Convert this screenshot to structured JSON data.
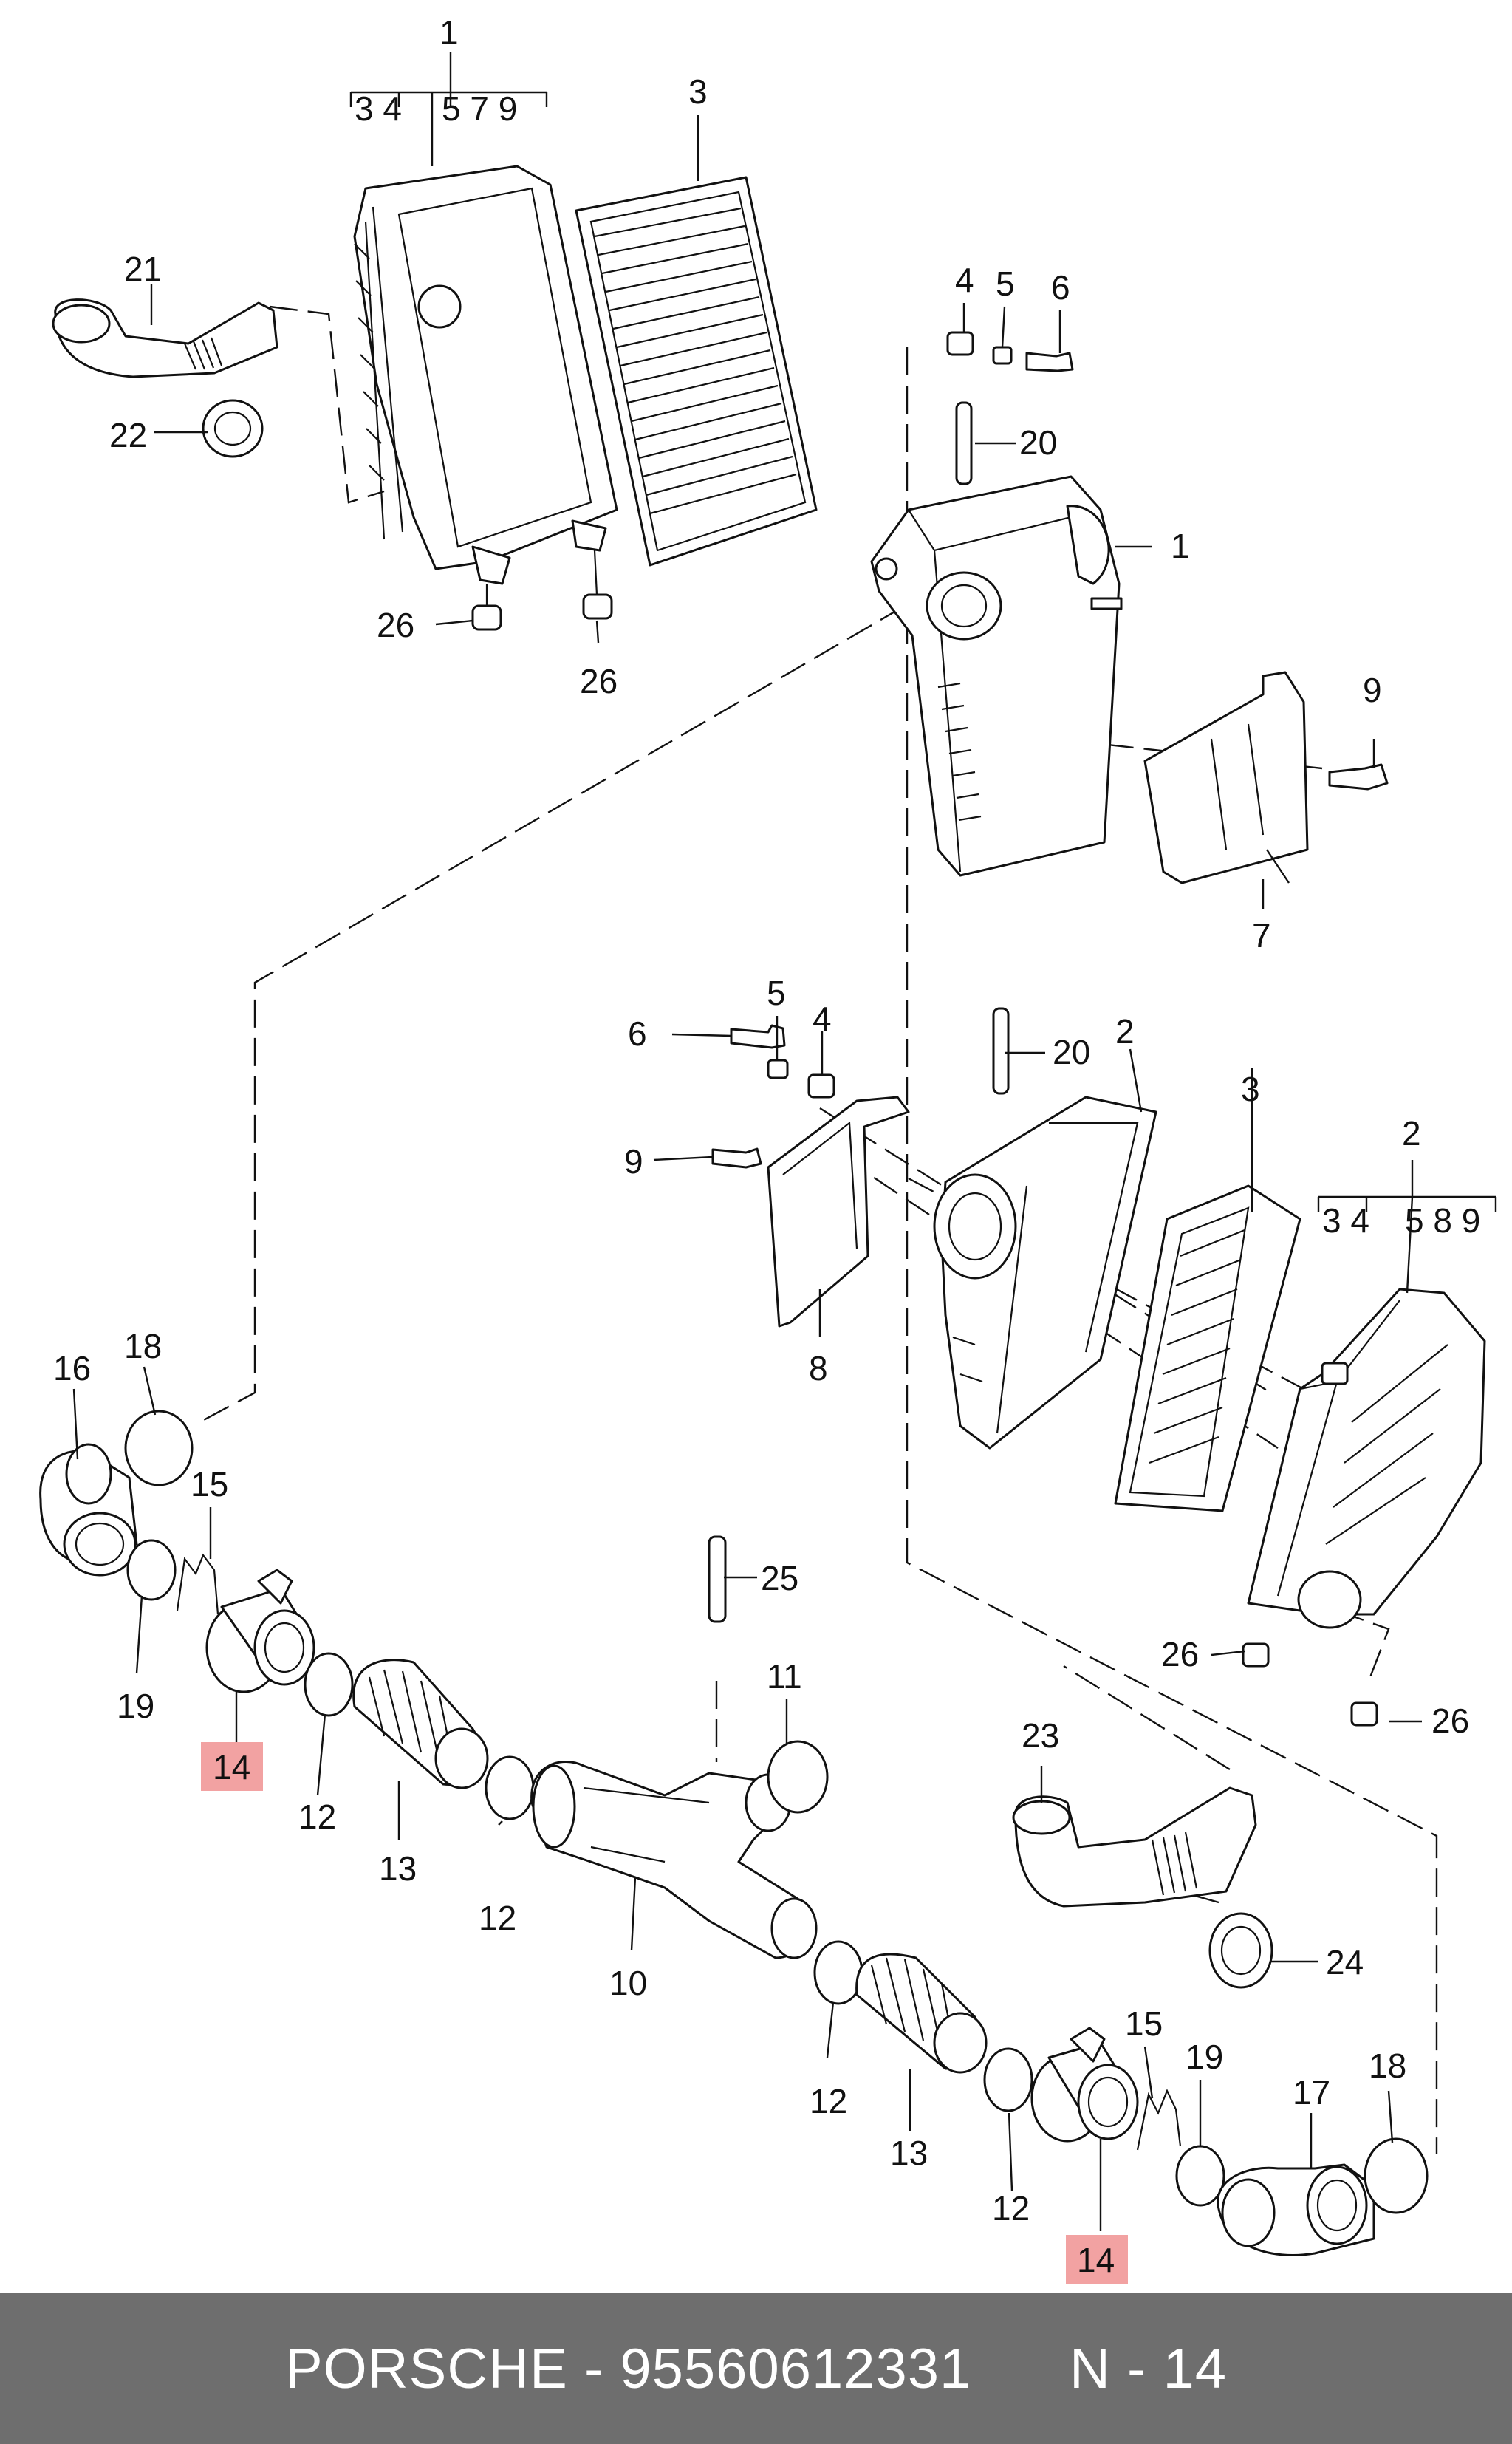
{
  "footer": {
    "brand": "PORSCHE",
    "separator": " - ",
    "part_number": "95560612331",
    "ref_label": "N - 14"
  },
  "colors": {
    "highlight": "#f2a2a2",
    "footer_bg": "#6e6e6e",
    "footer_text": "#ffffff"
  },
  "labels": {
    "p1_top": "1",
    "p1_sub_a": "3 4",
    "p1_sub_b": "5 7 9",
    "p3_top": "3",
    "p21": "21",
    "p22": "22",
    "p26_a": "26",
    "p26_b": "26",
    "p4_a": "4",
    "p5_a": "5",
    "p6_a": "6",
    "p20_a": "20",
    "p1_right": "1",
    "p9_a": "9",
    "p7": "7",
    "p6_b": "6",
    "p5_b": "5",
    "p4_b": "4",
    "p20_b": "20",
    "p2_a": "2",
    "p3_b": "3",
    "p2_b": "2",
    "p2_sub_a": "3 4",
    "p2_sub_b": "5 8 9",
    "p9_b": "9",
    "p8": "8",
    "p16": "16",
    "p18_a": "18",
    "p15_a": "15",
    "p19_a": "19",
    "p14_a": "14",
    "p12_a": "12",
    "p13_a": "13",
    "p12_b": "12",
    "p25": "25",
    "p11": "11",
    "p10": "10",
    "p26_c": "26",
    "p26_d": "26",
    "p23": "23",
    "p24": "24",
    "p12_c": "12",
    "p13_b": "13",
    "p12_d": "12",
    "p15_b": "15",
    "p19_b": "19",
    "p17": "17",
    "p18_b": "18",
    "p14_b": "14"
  }
}
